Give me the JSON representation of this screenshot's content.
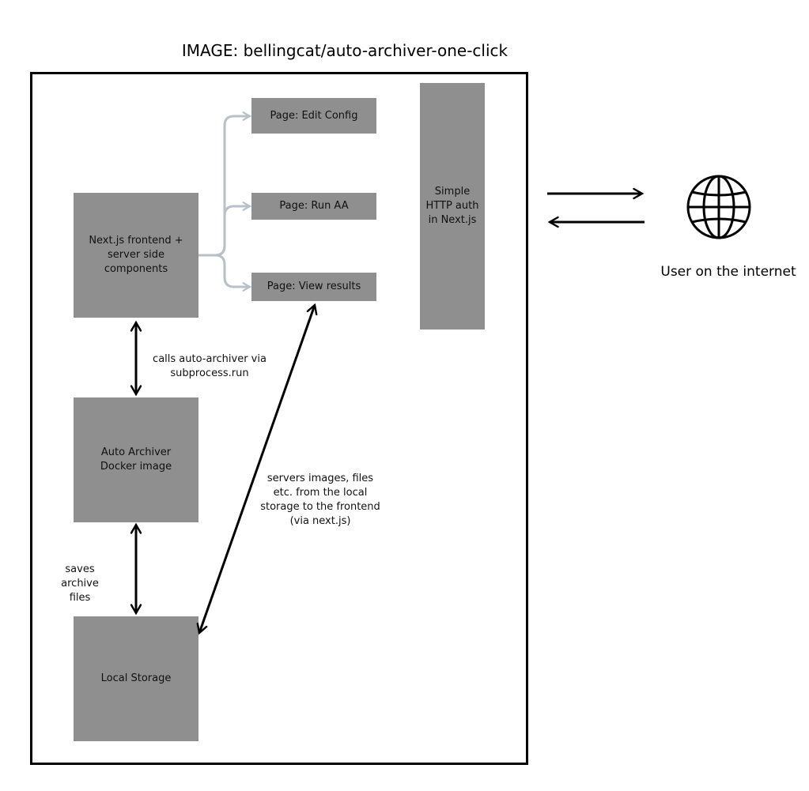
{
  "title": "IMAGE: bellingcat/auto-archiver-one-click",
  "boxes": {
    "nextjs": "Next.js frontend +\nserver side\ncomponents",
    "edit_config": "Page: Edit Config",
    "run_aa": "Page: Run AA",
    "view_results": "Page: View results",
    "http_auth": "Simple\nHTTP auth\nin Next.js",
    "docker": "Auto Archiver\nDocker image",
    "storage": "Local Storage"
  },
  "notes": {
    "calls": "calls auto-archiver via\nsubprocess.run",
    "saves": "saves archive\nfiles",
    "servers": "servers images, files\netc. from the local\nstorage to the frontend\n(via next.js)"
  },
  "user_label": "User on the internet",
  "icons": {
    "globe": "globe-icon"
  },
  "colors": {
    "box": "#8f8f8f",
    "branch": "#b6c1c8",
    "frame": "#000000"
  }
}
